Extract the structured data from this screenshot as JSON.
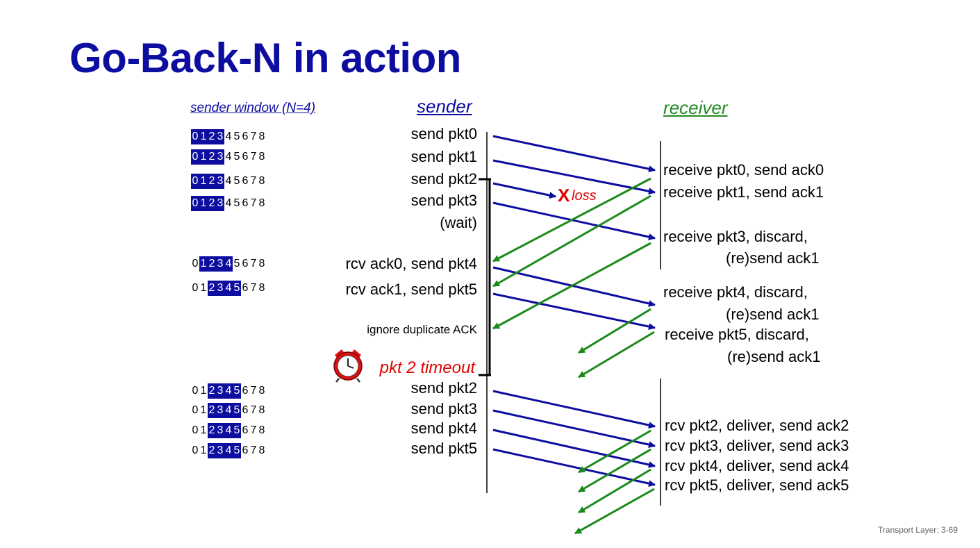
{
  "title": "Go-Back-N in action",
  "headers": {
    "sender_window": "sender window (N=4)",
    "sender": "sender",
    "receiver": "receiver"
  },
  "windows": [
    {
      "base": 0,
      "size": 4
    },
    {
      "base": 0,
      "size": 4
    },
    {
      "base": 0,
      "size": 4
    },
    {
      "base": 0,
      "size": 4
    },
    {
      "base": 1,
      "size": 4
    },
    {
      "base": 2,
      "size": 4
    },
    {
      "base": 2,
      "size": 4
    },
    {
      "base": 2,
      "size": 4
    },
    {
      "base": 2,
      "size": 4
    },
    {
      "base": 2,
      "size": 4
    }
  ],
  "sequence_numbers": [
    "0",
    "1",
    "2",
    "3",
    "4",
    "5",
    "6",
    "7",
    "8"
  ],
  "sender_events": [
    "send  pkt0",
    "send  pkt1",
    "send  pkt2",
    "send  pkt3",
    "(wait)",
    "rcv ack0, send pkt4",
    "rcv ack1, send pkt5",
    "send  pkt2",
    "send  pkt3",
    "send  pkt4",
    "send  pkt5"
  ],
  "ignore_note": "ignore duplicate ACK",
  "timeout_note": "pkt 2 timeout",
  "loss": {
    "mark": "X",
    "label": "loss"
  },
  "receiver_events": [
    "receive pkt0, send ack0",
    "receive pkt1, send ack1",
    "receive pkt3, discard,",
    "(re)send ack1",
    "receive pkt4, discard,",
    "(re)send ack1",
    "receive pkt5, discard,",
    "(re)send ack1",
    "rcv pkt2, deliver, send ack2",
    "rcv pkt3, deliver, send ack3",
    "rcv pkt4, deliver, send ack4",
    "rcv pkt5, deliver, send ack5"
  ],
  "footer": "Transport Layer: 3-69",
  "colors": {
    "title": "#0d0da0",
    "data_arrow": "#0d0da0",
    "ack_arrow": "#1a8a1a",
    "alert": "#e00000"
  }
}
